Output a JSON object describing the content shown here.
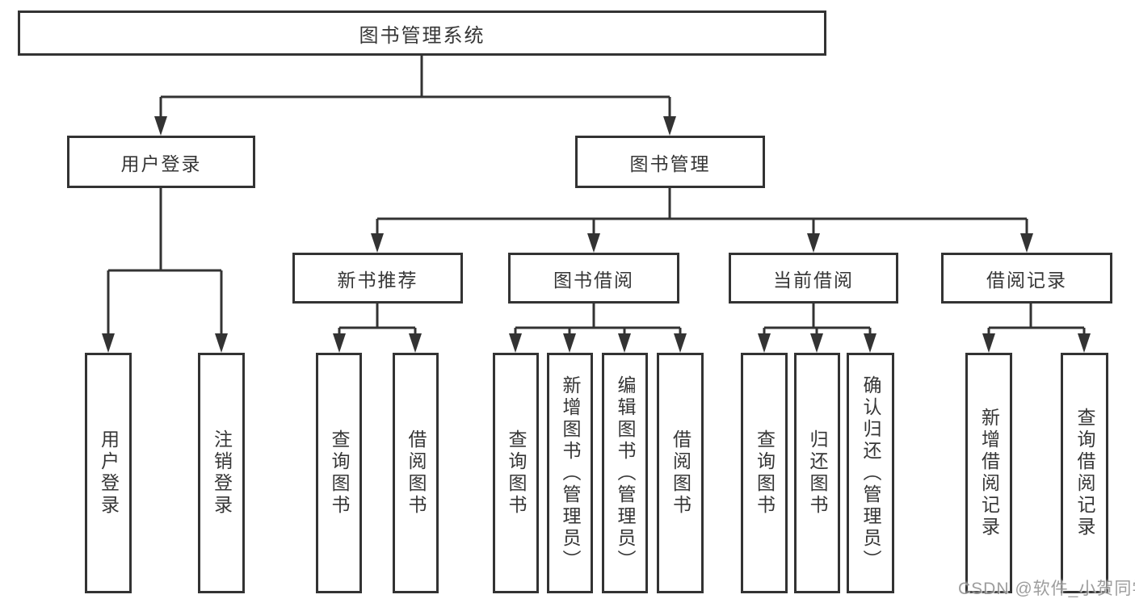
{
  "diagram": {
    "root": {
      "label": "图书管理系统"
    },
    "branches": [
      {
        "label": "用户登录",
        "children": [
          {
            "label": "用户登录"
          },
          {
            "label": "注销登录"
          }
        ]
      },
      {
        "label": "图书管理",
        "sections": [
          {
            "label": "新书推荐",
            "children": [
              {
                "label": "查询图书"
              },
              {
                "label": "借阅图书"
              }
            ]
          },
          {
            "label": "图书借阅",
            "children": [
              {
                "label": "查询图书"
              },
              {
                "label": "新增图书（管理员）"
              },
              {
                "label": "编辑图书（管理员）"
              },
              {
                "label": "借阅图书"
              }
            ]
          },
          {
            "label": "当前借阅",
            "children": [
              {
                "label": "查询图书"
              },
              {
                "label": "归还图书"
              },
              {
                "label": "确认归还（管理员）"
              }
            ]
          },
          {
            "label": "借阅记录",
            "children": [
              {
                "label": "新增借阅记录"
              },
              {
                "label": "查询借阅记录"
              }
            ]
          }
        ]
      }
    ]
  },
  "watermark": {
    "text": "CSDN @软件_小贺同学"
  },
  "colors": {
    "line": "#333333",
    "box_border": "#333333",
    "box_background": "#ffffff",
    "text": "#363636",
    "watermark": "#828282"
  }
}
